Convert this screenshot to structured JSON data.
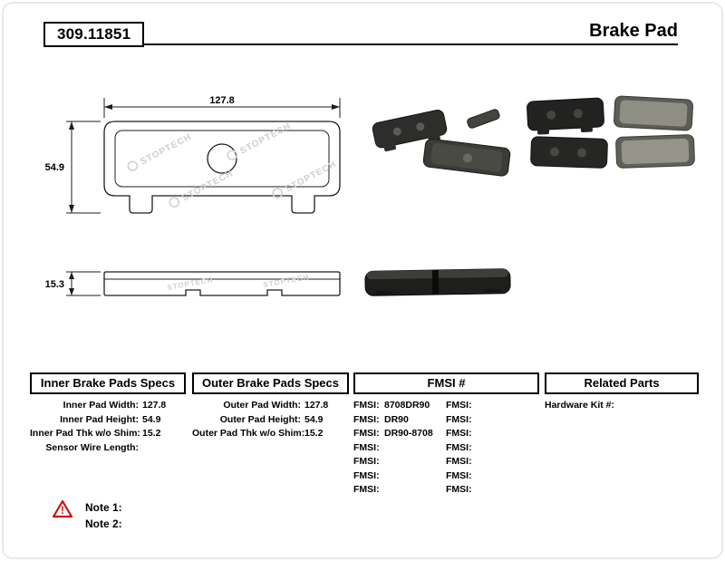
{
  "header": {
    "part_number": "309.11851",
    "product_name": "Brake Pad"
  },
  "diagram": {
    "watermark": "STOPTECH",
    "front_view": {
      "width_label": "127.8",
      "height_label": "54.9"
    },
    "side_view": {
      "thickness_label": "15.3"
    }
  },
  "specs": {
    "inner": {
      "title": "Inner Brake Pads Specs",
      "rows": [
        {
          "label": "Inner Pad Width:",
          "value": "127.8"
        },
        {
          "label": "Inner Pad Height:",
          "value": "54.9"
        },
        {
          "label": "Inner Pad Thk w/o Shim:",
          "value": "15.2"
        },
        {
          "label": "Sensor Wire Length:",
          "value": ""
        }
      ]
    },
    "outer": {
      "title": "Outer Brake Pads Specs",
      "rows": [
        {
          "label": "Outer Pad Width:",
          "value": "127.8"
        },
        {
          "label": "Outer Pad Height:",
          "value": "54.9"
        },
        {
          "label": "Outer Pad Thk w/o Shim:",
          "value": "15.2"
        }
      ]
    },
    "fmsi": {
      "title": "FMSI #",
      "left": [
        {
          "label": "FMSI:",
          "value": "8708DR90"
        },
        {
          "label": "FMSI:",
          "value": "DR90"
        },
        {
          "label": "FMSI:",
          "value": "DR90-8708"
        },
        {
          "label": "FMSI:",
          "value": ""
        },
        {
          "label": "FMSI:",
          "value": ""
        },
        {
          "label": "FMSI:",
          "value": ""
        },
        {
          "label": "FMSI:",
          "value": ""
        }
      ],
      "right": [
        {
          "label": "FMSI:",
          "value": ""
        },
        {
          "label": "FMSI:",
          "value": ""
        },
        {
          "label": "FMSI:",
          "value": ""
        },
        {
          "label": "FMSI:",
          "value": ""
        },
        {
          "label": "FMSI:",
          "value": ""
        },
        {
          "label": "FMSI:",
          "value": ""
        },
        {
          "label": "FMSI:",
          "value": ""
        }
      ]
    },
    "related": {
      "title": "Related Parts",
      "rows": [
        {
          "label": "Hardware Kit #:",
          "value": ""
        }
      ]
    }
  },
  "notes": {
    "warning_glyph": "!",
    "items": [
      {
        "label": "Note 1:"
      },
      {
        "label": "Note 2:"
      }
    ]
  },
  "colors": {
    "warning_red": "#cc1111",
    "line_black": "#000000",
    "watermark_gray": "#cfcfcf"
  }
}
